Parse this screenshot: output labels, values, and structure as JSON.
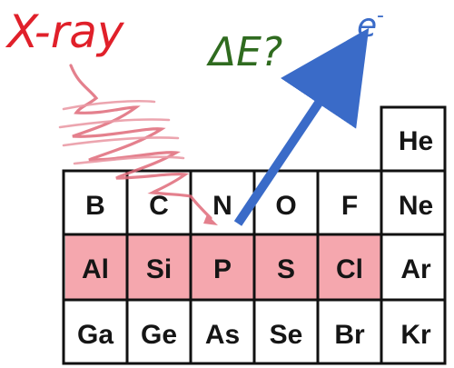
{
  "labels": {
    "xray": "X-ray",
    "energy": "ΔE?",
    "electron": "e",
    "electron_charge": "-"
  },
  "colors": {
    "xray": "#e0202a",
    "energy": "#2f6b1f",
    "electron": "#3a6bc8",
    "highlight_row": "#f5a7ae",
    "grid": "#111111"
  },
  "table": {
    "he": "He",
    "rows": [
      [
        "B",
        "C",
        "N",
        "O",
        "F",
        "Ne"
      ],
      [
        "Al",
        "Si",
        "P",
        "S",
        "Cl",
        "Ar"
      ],
      [
        "Ga",
        "Ge",
        "As",
        "Se",
        "Br",
        "Kr"
      ]
    ],
    "highlighted_cells": [
      "Al",
      "Si",
      "P",
      "S",
      "Cl"
    ]
  }
}
